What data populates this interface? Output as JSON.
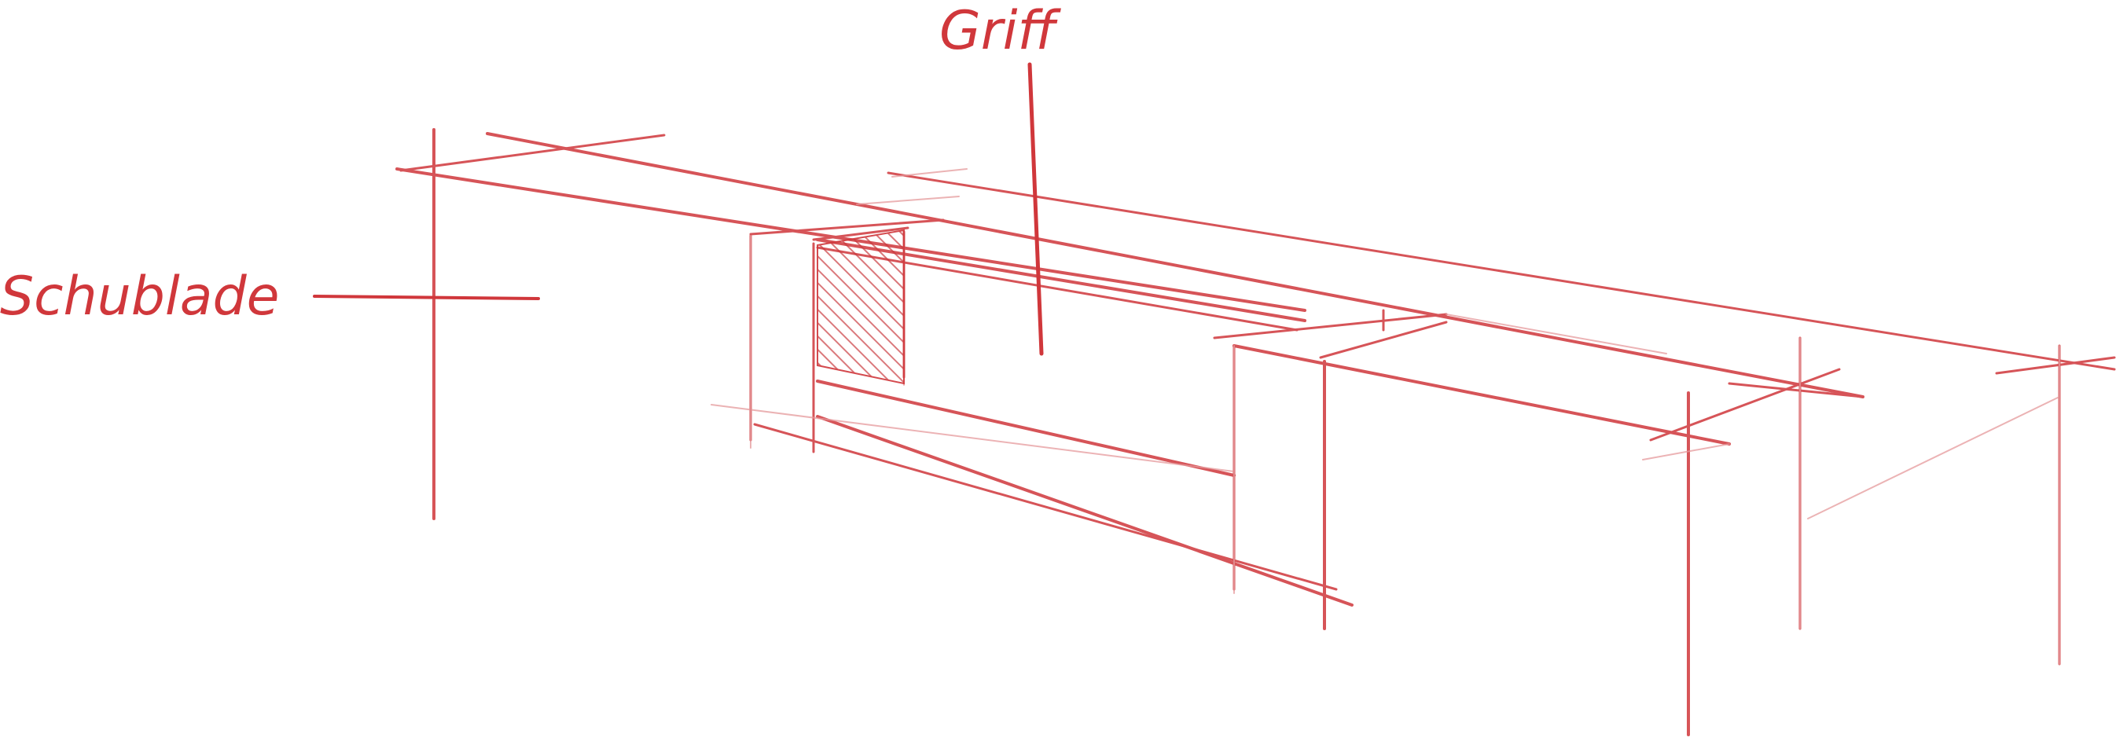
{
  "labels": {
    "top": "Griff",
    "left": "Schublade"
  },
  "colors": {
    "pencil": "#d0373b",
    "pencil_light": "#e59a9c",
    "hatch": "#c9383c",
    "background": "#ffffff"
  },
  "icons": {
    "drawing": "drawer-handle-sketch"
  }
}
